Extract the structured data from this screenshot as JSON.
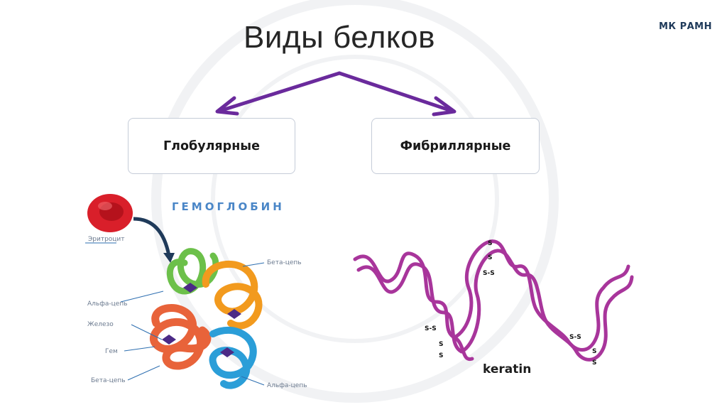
{
  "title": "Виды белков",
  "org_mark": "МК РАМН",
  "categories": {
    "globular": "Глобулярные",
    "fibrillar": "Фибриллярные"
  },
  "hemoglobin": {
    "title": "ГЕМОГЛОБИН",
    "labels": {
      "erythrocyte": "Эритроцит",
      "beta_chain_top": "Бета-цепь",
      "alpha_chain_left": "Альфа-цепь",
      "iron": "Железо",
      "heme": "Гем",
      "beta_chain_bottom": "Бета-цепь",
      "alpha_chain_bottom": "Альфа-цепь"
    }
  },
  "keratin": {
    "label": "keratin",
    "bond_label": "S-S"
  },
  "colors": {
    "arrow": "#6a2a9c",
    "keratin_helix": "#a8359b",
    "hemo_green": "#6cc04a",
    "hemo_orange": "#f29a1e",
    "hemo_red": "#e8633a",
    "hemo_blue": "#2b9ed8",
    "erythrocyte": "#d91f2a"
  },
  "icons": [
    "erythrocyte-icon",
    "hemoglobin-structure",
    "keratin-helix"
  ]
}
